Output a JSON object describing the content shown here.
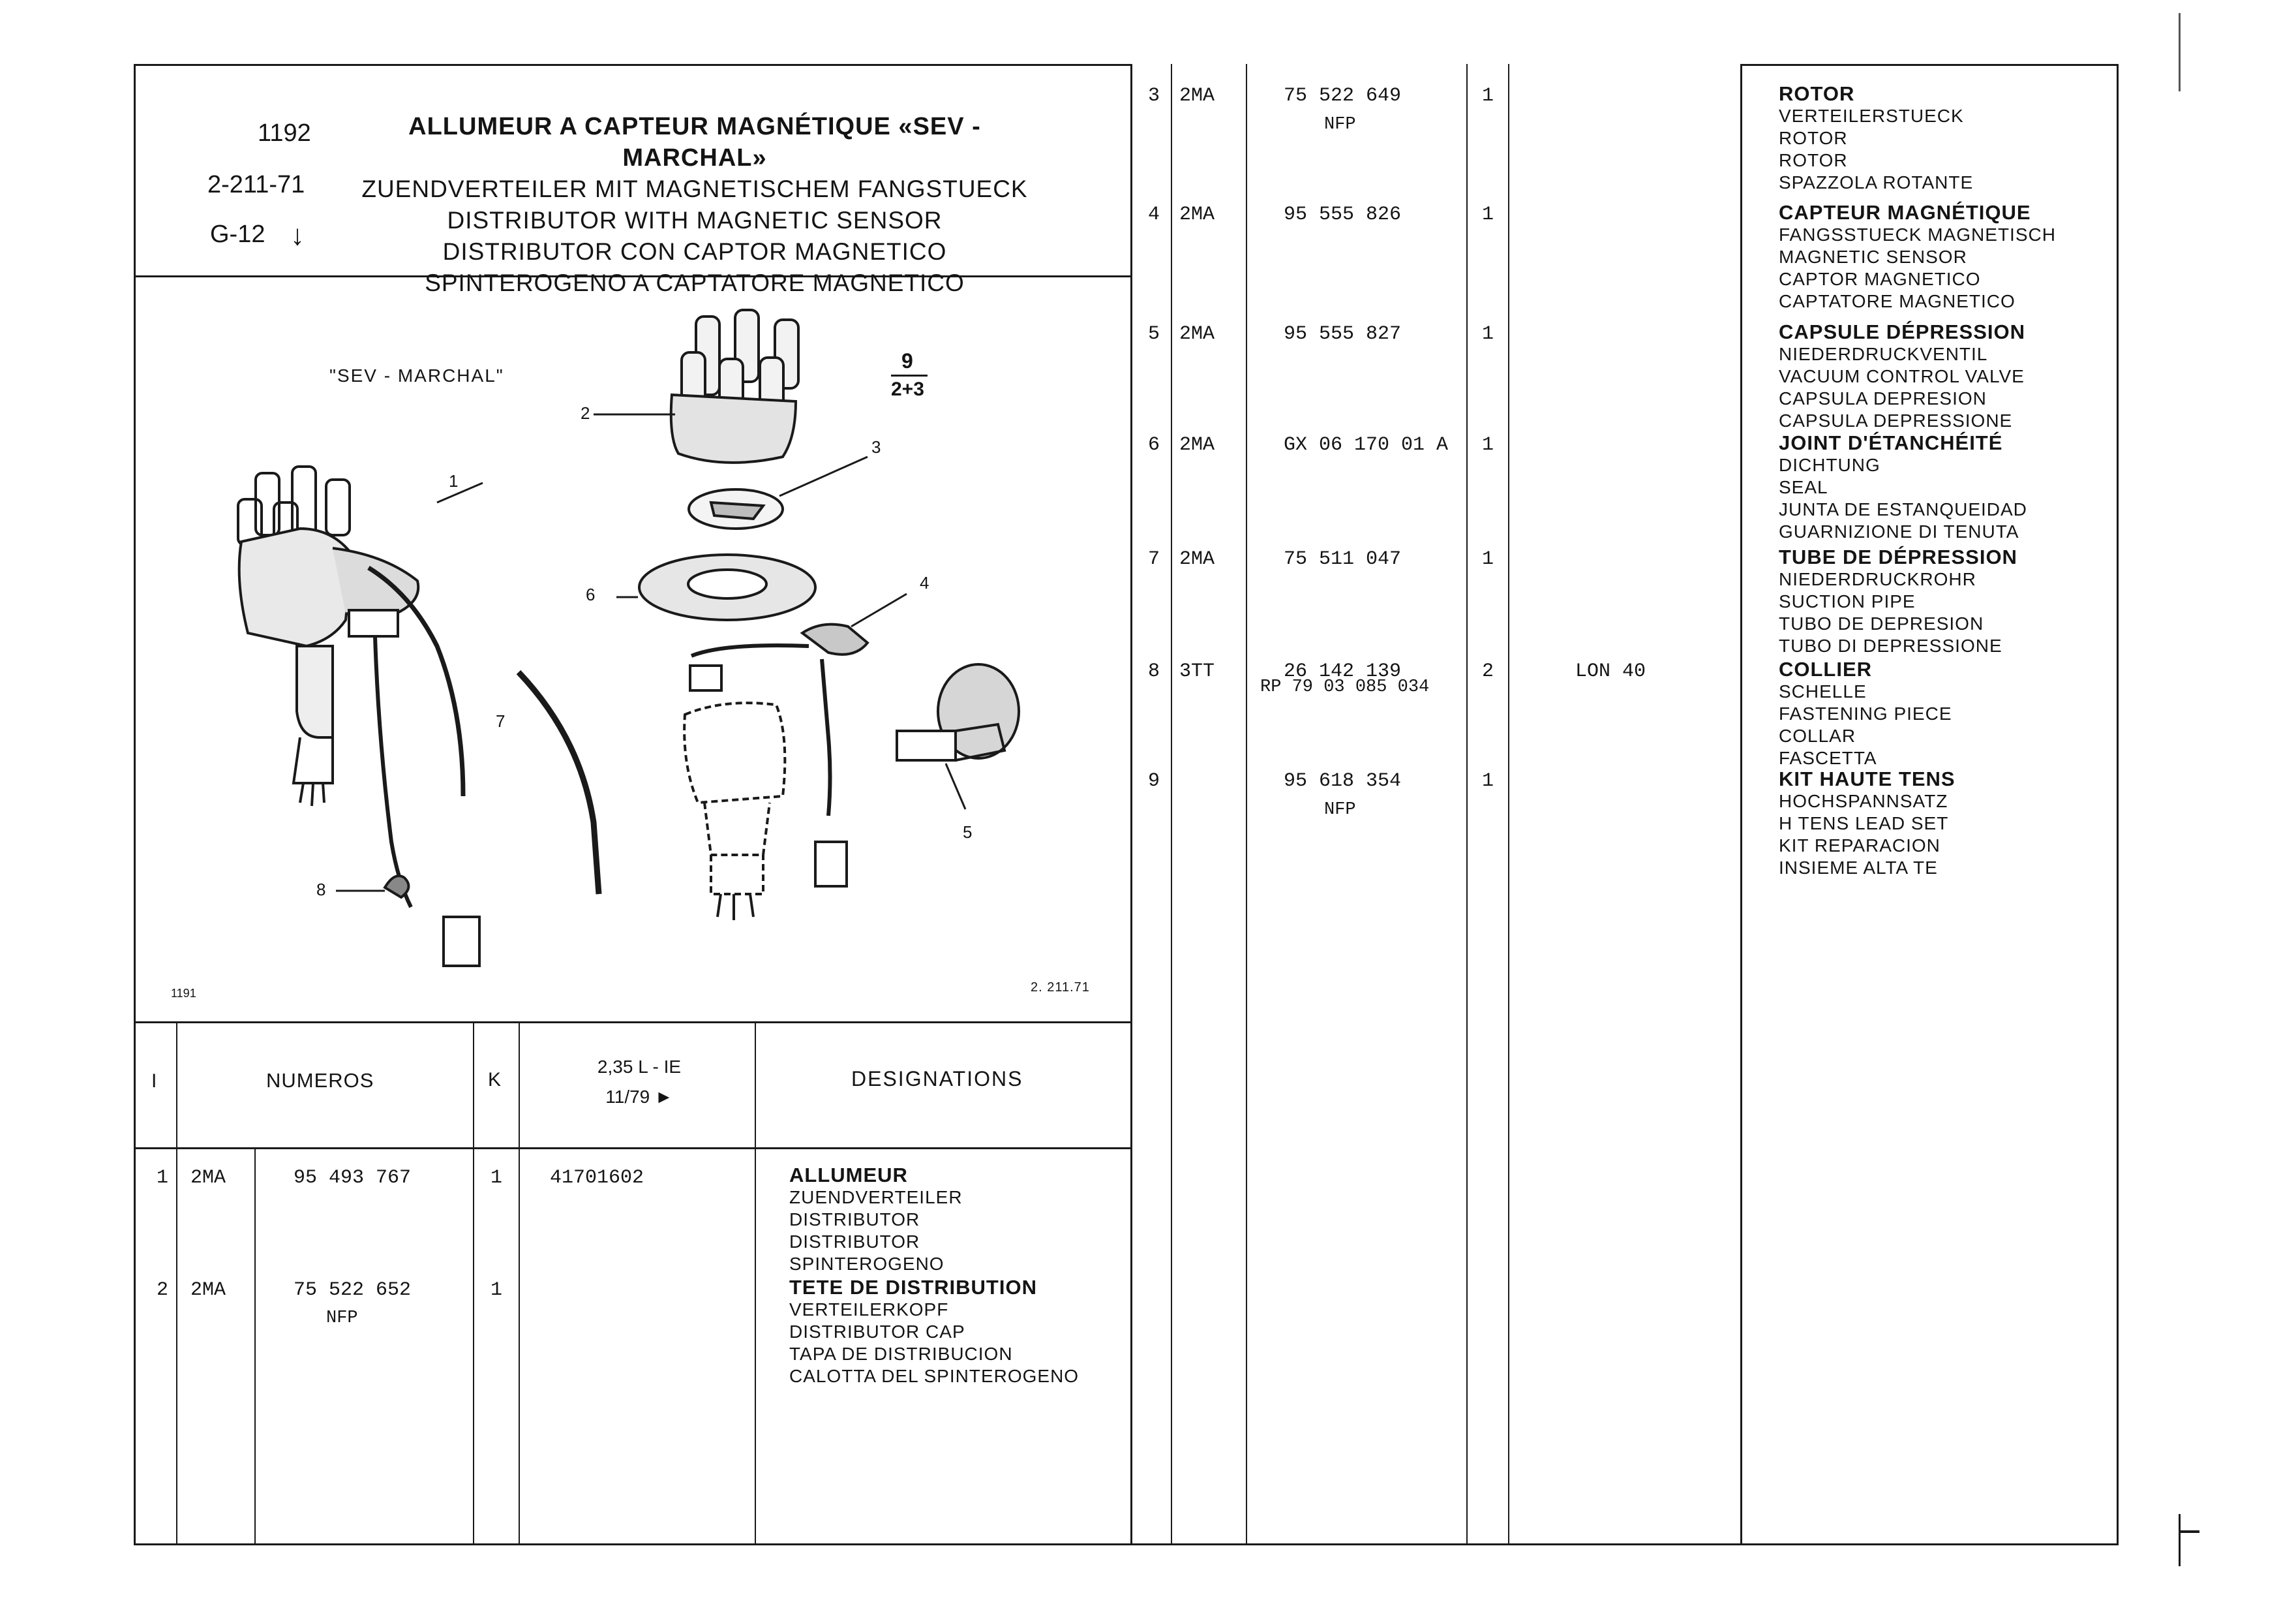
{
  "header": {
    "page_number": "1192",
    "reference": "2-211-71",
    "group": "G-12",
    "group_arrow": "↓",
    "title_lines": [
      "ALLUMEUR A CAPTEUR MAGNÉTIQUE «SEV - MARCHAL»",
      "ZUENDVERTEILER MIT MAGNETISCHEM FANGSTUECK",
      "DISTRIBUTOR WITH MAGNETIC SENSOR",
      "DISTRIBUTOR CON CAPTOR MAGNETICO",
      "SPINTEROGENO A CAPTATORE MAGNETICO"
    ]
  },
  "diagram": {
    "brand_label": "\"SEV - MARCHAL\"",
    "fraction_top": "9",
    "fraction_bottom": "2+3",
    "figure_number": "1191",
    "figure_ref": "2. 211.71",
    "callouts": [
      "1",
      "2",
      "3",
      "4",
      "5",
      "6",
      "7",
      "8"
    ]
  },
  "table_header": {
    "col_i": "I",
    "col_numeros": "NUMEROS",
    "col_k": "K",
    "col_model_line1": "2,35 L - IE",
    "col_model_line2": "11/79 ►",
    "col_designations": "DESIGNATIONS"
  },
  "left_rows": [
    {
      "item": "1",
      "code": "2MA",
      "number": "95 493 767",
      "number_note": "",
      "qty": "1",
      "ref": "41701602",
      "desc_title": "ALLUMEUR",
      "desc_lines": [
        "ZUENDVERTEILER",
        "DISTRIBUTOR",
        "DISTRIBUTOR",
        "SPINTEROGENO"
      ]
    },
    {
      "item": "2",
      "code": "2MA",
      "number": "75 522 652",
      "number_note": "NFP",
      "qty": "1",
      "ref": "",
      "desc_title": "TETE DE DISTRIBUTION",
      "desc_lines": [
        "VERTEILERKOPF",
        "DISTRIBUTOR CAP",
        "TAPA DE DISTRIBUCION",
        "CALOTTA DEL SPINTEROGENO"
      ]
    }
  ],
  "right_rows": [
    {
      "item": "3",
      "code": "2MA",
      "number": "75 522 649",
      "number_note": "NFP",
      "qty": "1",
      "ref": "",
      "desc_title": "ROTOR",
      "desc_lines": [
        "VERTEILERSTUECK",
        "ROTOR",
        "ROTOR",
        "SPAZZOLA ROTANTE"
      ]
    },
    {
      "item": "4",
      "code": "2MA",
      "number": "95 555 826",
      "number_note": "",
      "qty": "1",
      "ref": "",
      "desc_title": "CAPTEUR MAGNÉTIQUE",
      "desc_lines": [
        "FANGSSTUECK MAGNETISCH",
        "MAGNETIC SENSOR",
        "CAPTOR MAGNETICO",
        "CAPTATORE MAGNETICO"
      ]
    },
    {
      "item": "5",
      "code": "2MA",
      "number": "95 555 827",
      "number_note": "",
      "qty": "1",
      "ref": "",
      "desc_title": "CAPSULE DÉPRESSION",
      "desc_lines": [
        "NIEDERDRUCKVENTIL",
        "VACUUM CONTROL VALVE",
        "CAPSULA DEPRESION",
        "CAPSULA DEPRESSIONE"
      ]
    },
    {
      "item": "6",
      "code": "2MA",
      "number": "GX 06 170 01 A",
      "number_note": "",
      "qty": "1",
      "ref": "",
      "desc_title": "JOINT D'ÉTANCHÉITÉ",
      "desc_lines": [
        "DICHTUNG",
        "SEAL",
        "JUNTA DE ESTANQUEIDAD",
        "GUARNIZIONE DI TENUTA"
      ]
    },
    {
      "item": "7",
      "code": "2MA",
      "number": "75 511 047",
      "number_note": "",
      "qty": "1",
      "ref": "",
      "desc_title": "TUBE DE DÉPRESSION",
      "desc_lines": [
        "NIEDERDRUCKROHR",
        "SUCTION PIPE",
        "TUBO DE DEPRESION",
        "TUBO DI DEPRESSIONE"
      ]
    },
    {
      "item": "8",
      "code": "3TT",
      "number": "26 142 139",
      "number_note": "RP 79 03 085 034",
      "qty": "2",
      "ref": "LON 40",
      "desc_title": "COLLIER",
      "desc_lines": [
        "SCHELLE",
        "FASTENING PIECE",
        "COLLAR",
        "FASCETTA"
      ]
    },
    {
      "item": "9",
      "code": "",
      "number": "95 618 354",
      "number_note": "NFP",
      "qty": "1",
      "ref": "",
      "desc_title": "KIT HAUTE TENS",
      "desc_lines": [
        "HOCHSPANNSATZ",
        "H TENS LEAD SET",
        "KIT REPARACION",
        "INSIEME ALTA TE"
      ]
    }
  ]
}
